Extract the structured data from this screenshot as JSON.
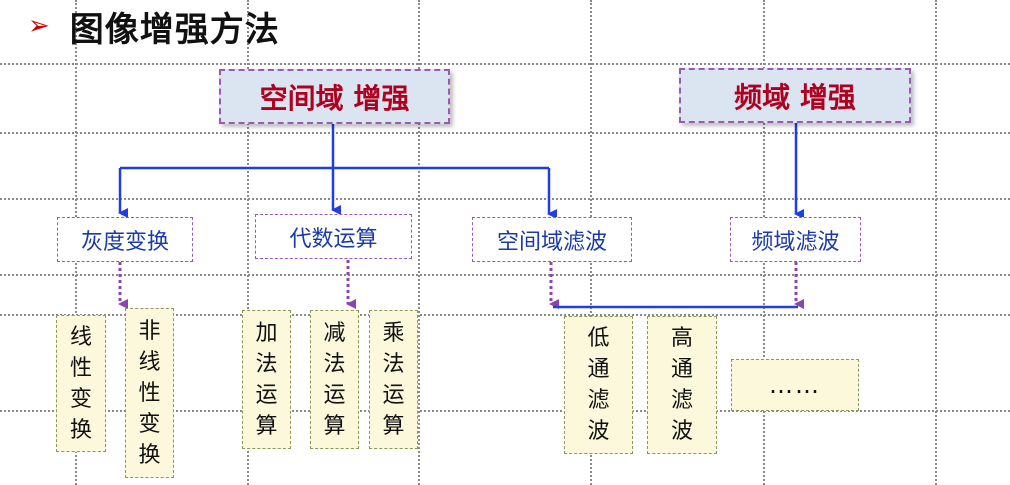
{
  "title": {
    "bullet": "➢",
    "text": "图像增强方法"
  },
  "top": {
    "spatial": "空间域 增强",
    "frequency": "频域 增强"
  },
  "mid": {
    "gray": "灰度变换",
    "algebra": "代数运算",
    "spatial_filter": "空间域滤波",
    "freq_filter": "频域滤波"
  },
  "leaves": {
    "linear": [
      "线",
      "性",
      "变",
      "换"
    ],
    "nonlinear": [
      "非",
      "线",
      "性",
      "变",
      "换"
    ],
    "add": [
      "加",
      "法",
      "运",
      "算"
    ],
    "sub": [
      "减",
      "法",
      "运",
      "算"
    ],
    "mul": [
      "乘",
      "法",
      "运",
      "算"
    ],
    "lowpass": [
      "低",
      "通",
      "滤",
      "波"
    ],
    "highpass": [
      "高",
      "通",
      "滤",
      "波"
    ],
    "more": "……"
  },
  "colors": {
    "solid_line": "#1f3fe0",
    "dotted_line": "#8e44ad",
    "top_fill": "#dbe5f1",
    "top_text": "#b00020",
    "mid_text": "#1a3aa8",
    "leaf_fill": "#fbf8dc"
  }
}
